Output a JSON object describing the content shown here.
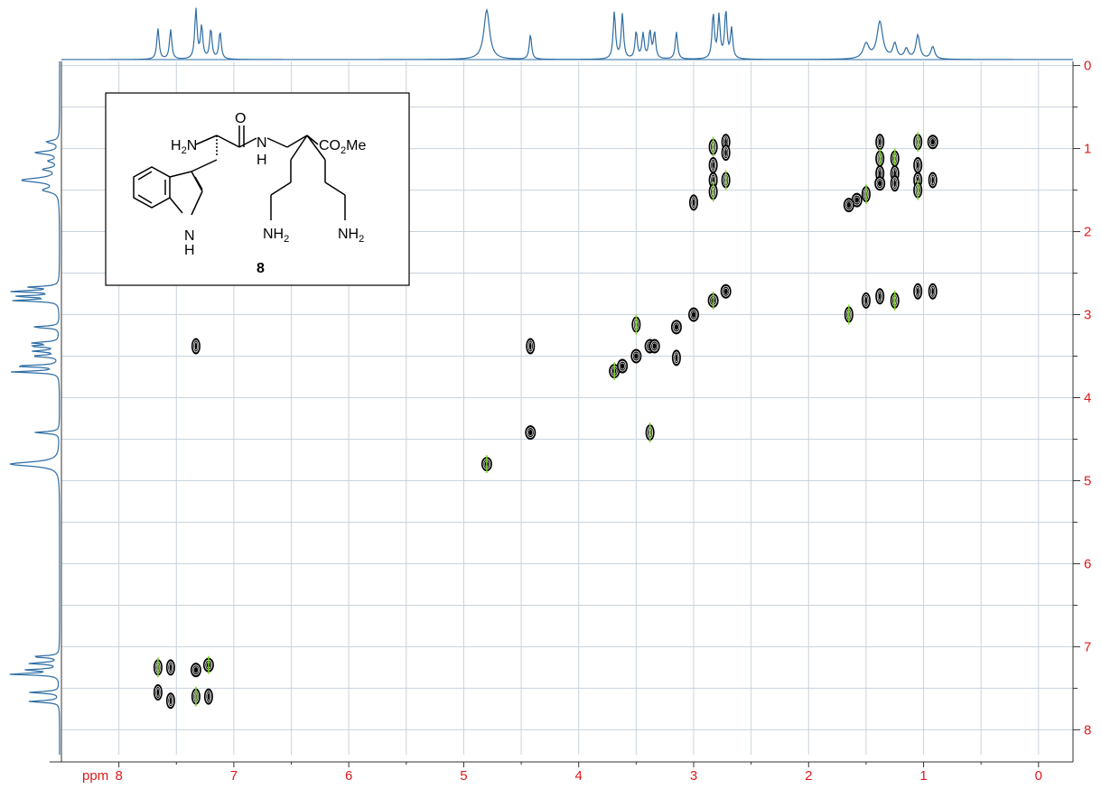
{
  "chart_data": {
    "type": "scatter",
    "subtype": "2D NMR contour plot (COSY) with 1D projections",
    "x_axis": {
      "unit_label": "ppm",
      "range": [
        8.5,
        -0.3
      ],
      "ticks": [
        8,
        7,
        6,
        5,
        4,
        3,
        2,
        1,
        0
      ],
      "tick_color": "#e0191b"
    },
    "y_axis": {
      "range": [
        -0.05,
        8.3
      ],
      "ticks": [
        0,
        1,
        2,
        3,
        4,
        5,
        6,
        7,
        8
      ],
      "side": "right",
      "tick_color": "#e0191b"
    },
    "grid": true,
    "colors": {
      "grid": "#c9d3dc",
      "projection": "#2e6da4",
      "contour": "#000000",
      "crosspeak_highlight": "#7ed321"
    },
    "projection_peaks": [
      {
        "ppm": 7.66,
        "height": 0.62,
        "width": 0.012
      },
      {
        "ppm": 7.55,
        "height": 0.6,
        "width": 0.012
      },
      {
        "ppm": 7.33,
        "height": 1.0,
        "width": 0.012
      },
      {
        "ppm": 7.28,
        "height": 0.65,
        "width": 0.012
      },
      {
        "ppm": 7.2,
        "height": 0.6,
        "width": 0.012
      },
      {
        "ppm": 7.12,
        "height": 0.55,
        "width": 0.012
      },
      {
        "ppm": 4.8,
        "height": 1.0,
        "width": 0.03
      },
      {
        "ppm": 4.42,
        "height": 0.5,
        "width": 0.012
      },
      {
        "ppm": 3.69,
        "height": 0.95,
        "width": 0.012
      },
      {
        "ppm": 3.62,
        "height": 0.9,
        "width": 0.012
      },
      {
        "ppm": 3.5,
        "height": 0.55,
        "width": 0.012
      },
      {
        "ppm": 3.44,
        "height": 0.5,
        "width": 0.012
      },
      {
        "ppm": 3.38,
        "height": 0.55,
        "width": 0.012
      },
      {
        "ppm": 3.34,
        "height": 0.52,
        "width": 0.012
      },
      {
        "ppm": 3.15,
        "height": 0.55,
        "width": 0.012
      },
      {
        "ppm": 2.83,
        "height": 0.9,
        "width": 0.012
      },
      {
        "ppm": 2.78,
        "height": 0.85,
        "width": 0.012
      },
      {
        "ppm": 2.72,
        "height": 0.95,
        "width": 0.012
      },
      {
        "ppm": 2.67,
        "height": 0.6,
        "width": 0.012
      },
      {
        "ppm": 1.5,
        "height": 0.3,
        "width": 0.03
      },
      {
        "ppm": 1.38,
        "height": 0.75,
        "width": 0.03
      },
      {
        "ppm": 1.25,
        "height": 0.3,
        "width": 0.02
      },
      {
        "ppm": 1.15,
        "height": 0.2,
        "width": 0.02
      },
      {
        "ppm": 1.05,
        "height": 0.48,
        "width": 0.02
      },
      {
        "ppm": 0.92,
        "height": 0.25,
        "width": 0.02
      }
    ],
    "cross_peaks": [
      {
        "x": 7.66,
        "y": 7.25
      },
      {
        "x": 7.55,
        "y": 7.25
      },
      {
        "x": 7.33,
        "y": 7.28
      },
      {
        "x": 7.22,
        "y": 7.22
      },
      {
        "x": 7.66,
        "y": 7.55
      },
      {
        "x": 7.55,
        "y": 7.65
      },
      {
        "x": 7.33,
        "y": 7.6
      },
      {
        "x": 7.22,
        "y": 7.6
      },
      {
        "x": 7.33,
        "y": 3.38
      },
      {
        "x": 4.8,
        "y": 4.8
      },
      {
        "x": 4.42,
        "y": 4.42
      },
      {
        "x": 4.42,
        "y": 3.38
      },
      {
        "x": 3.69,
        "y": 3.68
      },
      {
        "x": 3.62,
        "y": 3.62
      },
      {
        "x": 3.5,
        "y": 3.5
      },
      {
        "x": 3.5,
        "y": 3.12
      },
      {
        "x": 3.38,
        "y": 3.38
      },
      {
        "x": 3.34,
        "y": 3.38
      },
      {
        "x": 3.38,
        "y": 4.42
      },
      {
        "x": 3.15,
        "y": 3.15
      },
      {
        "x": 3.15,
        "y": 3.52
      },
      {
        "x": 2.83,
        "y": 0.98
      },
      {
        "x": 2.83,
        "y": 1.2
      },
      {
        "x": 2.83,
        "y": 1.38
      },
      {
        "x": 2.83,
        "y": 1.52
      },
      {
        "x": 2.72,
        "y": 0.92
      },
      {
        "x": 2.72,
        "y": 1.05
      },
      {
        "x": 2.72,
        "y": 1.38
      },
      {
        "x": 3.0,
        "y": 1.65
      },
      {
        "x": 3.0,
        "y": 3.0
      },
      {
        "x": 2.83,
        "y": 2.83
      },
      {
        "x": 2.72,
        "y": 2.72
      },
      {
        "x": 1.38,
        "y": 0.92
      },
      {
        "x": 1.38,
        "y": 1.12
      },
      {
        "x": 1.38,
        "y": 1.3
      },
      {
        "x": 1.38,
        "y": 1.42
      },
      {
        "x": 1.25,
        "y": 1.12
      },
      {
        "x": 1.25,
        "y": 1.3
      },
      {
        "x": 1.25,
        "y": 1.42
      },
      {
        "x": 1.05,
        "y": 0.92
      },
      {
        "x": 1.05,
        "y": 1.2
      },
      {
        "x": 1.05,
        "y": 1.38
      },
      {
        "x": 1.05,
        "y": 1.5
      },
      {
        "x": 0.92,
        "y": 0.92
      },
      {
        "x": 0.92,
        "y": 1.38
      },
      {
        "x": 1.5,
        "y": 1.55
      },
      {
        "x": 1.58,
        "y": 1.62
      },
      {
        "x": 1.65,
        "y": 1.68
      },
      {
        "x": 1.65,
        "y": 3.0
      },
      {
        "x": 1.5,
        "y": 2.83
      },
      {
        "x": 1.38,
        "y": 2.78
      },
      {
        "x": 1.25,
        "y": 2.83
      },
      {
        "x": 1.05,
        "y": 2.72
      },
      {
        "x": 0.92,
        "y": 2.72
      }
    ]
  },
  "molecule": {
    "compound_number": "8",
    "labels": {
      "h2n": "H",
      "h2n_sub": "2",
      "h2n_n": "N",
      "carbonyl_o": "O",
      "amide_n": "N",
      "amide_h": "H",
      "ester_co": "CO",
      "ester_sub": "2",
      "ester_me": "Me",
      "indole_n": "N",
      "indole_h": "H",
      "amine1_n": "NH",
      "amine1_sub": "2",
      "amine2_n": "NH",
      "amine2_sub": "2"
    }
  }
}
